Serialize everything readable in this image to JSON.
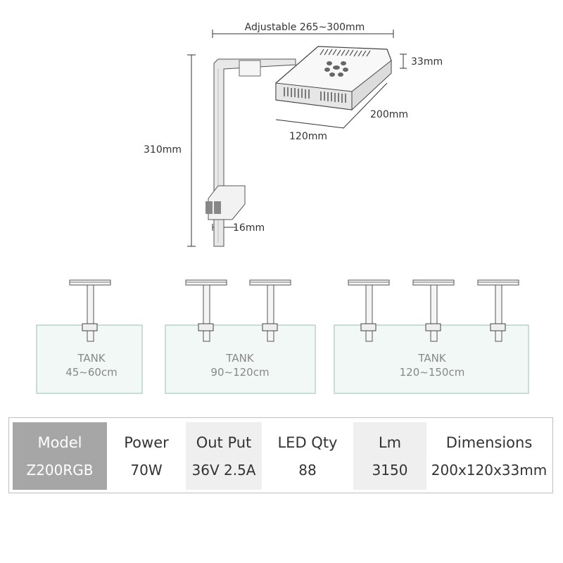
{
  "dimensions": {
    "width_label": "Adjustable 265~300mm",
    "height_label": "33mm",
    "depth_label": "200mm",
    "front_label": "120mm",
    "total_height_label": "310mm",
    "clamp_label": "16mm"
  },
  "tanks": [
    {
      "label": "TANK",
      "range": "45~60cm",
      "lights": 1
    },
    {
      "label": "TANK",
      "range": "90~120cm",
      "lights": 2
    },
    {
      "label": "TANK",
      "range": "120~150cm",
      "lights": 3
    }
  ],
  "specs": [
    {
      "header": "Model",
      "value": "Z200RGB"
    },
    {
      "header": "Power",
      "value": "70W"
    },
    {
      "header": "Out Put",
      "value": "36V 2.5A"
    },
    {
      "header": "LED Qty",
      "value": "88"
    },
    {
      "header": "Lm",
      "value": "3150"
    },
    {
      "header": "Dimensions",
      "value": "200x120x33mm"
    }
  ],
  "colors": {
    "tank_border": "#b7d4c9",
    "tank_fill": "#f2f8f6",
    "model_bg": "#a6a6a6",
    "alt_bg": "#efefef",
    "line": "#333333"
  }
}
